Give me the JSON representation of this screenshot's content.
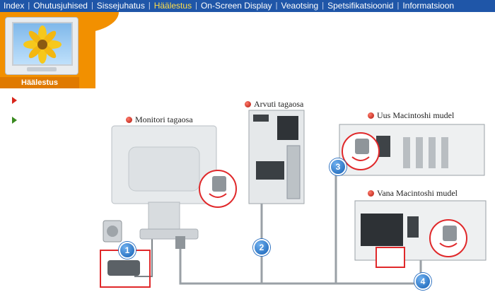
{
  "nav": {
    "items": [
      {
        "label": "Index",
        "active": false
      },
      {
        "label": "Ohutusjuhised",
        "active": false
      },
      {
        "label": "Sissejuhatus",
        "active": false
      },
      {
        "label": "Häälestus",
        "active": true
      },
      {
        "label": "On-Screen Display",
        "active": false
      },
      {
        "label": "Veaotsing",
        "active": false
      },
      {
        "label": "Spetsifikatsioonid",
        "active": false
      },
      {
        "label": "Informatsioon",
        "active": false
      }
    ],
    "separator": "|"
  },
  "sidebar": {
    "section_label": "Häälestus"
  },
  "diagram": {
    "captions": {
      "monitor_back": "Monitori tagaosa",
      "computer_back": "Arvuti tagaosa",
      "new_mac": "Uus Macintoshi mudel",
      "old_mac": "Vana Macintoshi mudel"
    },
    "badges": [
      "1",
      "2",
      "3",
      "4"
    ]
  },
  "colors": {
    "nav_bg": "#1f56a8",
    "nav_active": "#ffdf4b",
    "header_orange": "#f29000",
    "caption_dot": "#c0190d",
    "badge_blue": "#1e6cc0",
    "highlight_red": "#e0282a"
  }
}
